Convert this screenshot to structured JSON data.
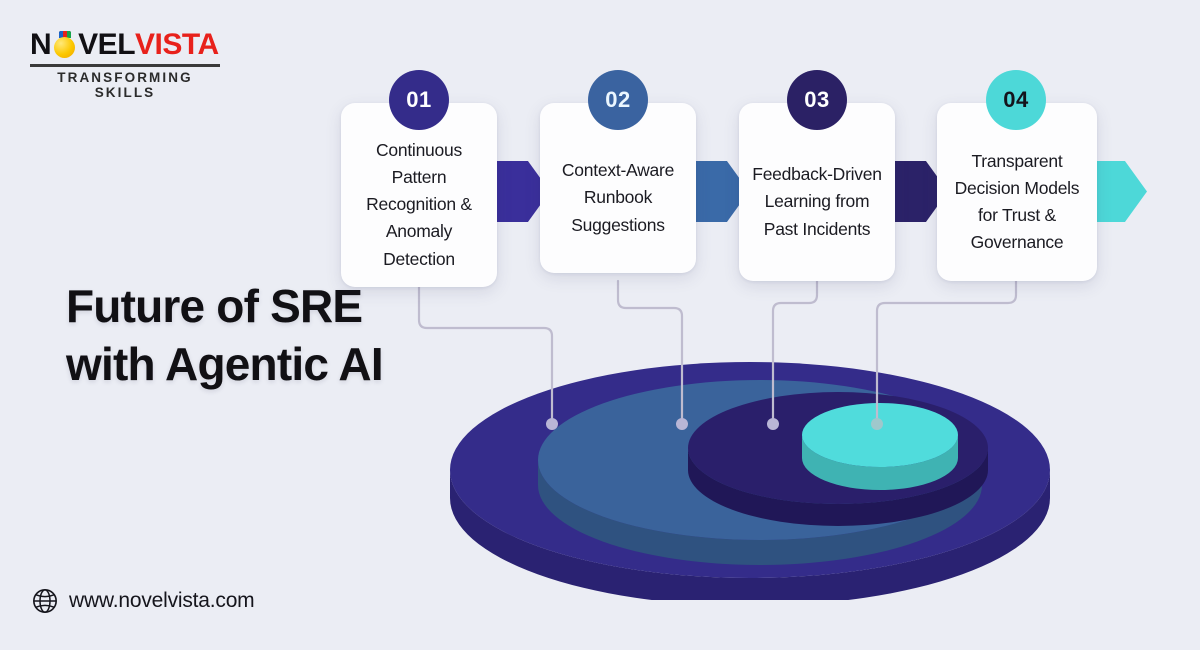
{
  "brand": {
    "logo_part1": "N",
    "logo_icon": "lightbulb-icon",
    "logo_part2": "VEL",
    "logo_part3": "VISTA",
    "tagline": "TRANSFORMING SKILLS"
  },
  "headline": "Future of SRE with Agentic AI",
  "footer": {
    "icon": "globe-icon",
    "url": "www.novelvista.com"
  },
  "steps": [
    {
      "number": "01",
      "text": "Continuous Pattern Recognition & Anomaly Detection",
      "badge_color": "#342c8a",
      "badge_text_color": "#ffffff",
      "arrow_color": "#3a2f9b"
    },
    {
      "number": "02",
      "text": "Context-Aware Runbook Suggestions",
      "badge_color": "#3a63a0",
      "badge_text_color": "#eaf6ff",
      "arrow_color": "#3a6aa8"
    },
    {
      "number": "03",
      "text": "Feedback-Driven Learning from Past Incidents",
      "badge_color": "#2b2165",
      "badge_text_color": "#ffffff",
      "arrow_color": "#2b2268"
    },
    {
      "number": "04",
      "text": "Transparent Decision Models for Trust & Governance",
      "badge_color": "#4dd8d8",
      "badge_text_color": "#14141c",
      "arrow_color": "#4dd8d8"
    }
  ],
  "diagram": {
    "name": "nested-3d-discs",
    "layers": [
      {
        "label": "outer-ring",
        "top_color": "#342c8a",
        "side_color": "#2a2272"
      },
      {
        "label": "second-ring",
        "top_color": "#3a639b",
        "side_color": "#2f5280"
      },
      {
        "label": "third-ring",
        "top_color": "#2a1f6b",
        "side_color": "#201757"
      },
      {
        "label": "core",
        "top_color": "#50dcdc",
        "side_color": "#3fb3b3"
      }
    ],
    "dot_color": "#b9b6d6",
    "connector_color": "#bfbccf"
  },
  "colors": {
    "background": "#ebedf4",
    "card_background": "#fdfdfe",
    "text": "#1b1b22",
    "accent_red": "#e8211b"
  }
}
